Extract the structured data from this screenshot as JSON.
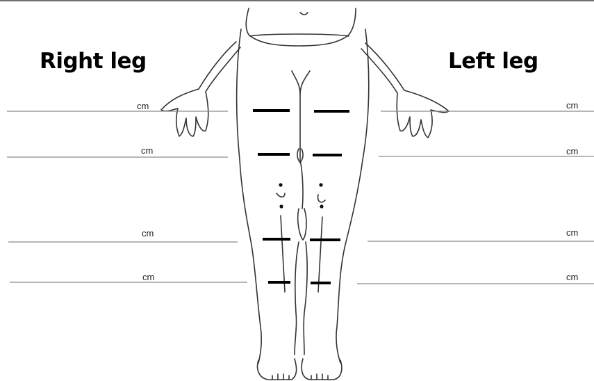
{
  "labels": {
    "right_leg": "Right leg",
    "left_leg": "Left leg"
  },
  "measure_unit": "cm",
  "colors": {
    "outline": "#333333",
    "marker": "#000000",
    "guide_line": "#8a8a8a",
    "frame": "#6f6f6f"
  }
}
